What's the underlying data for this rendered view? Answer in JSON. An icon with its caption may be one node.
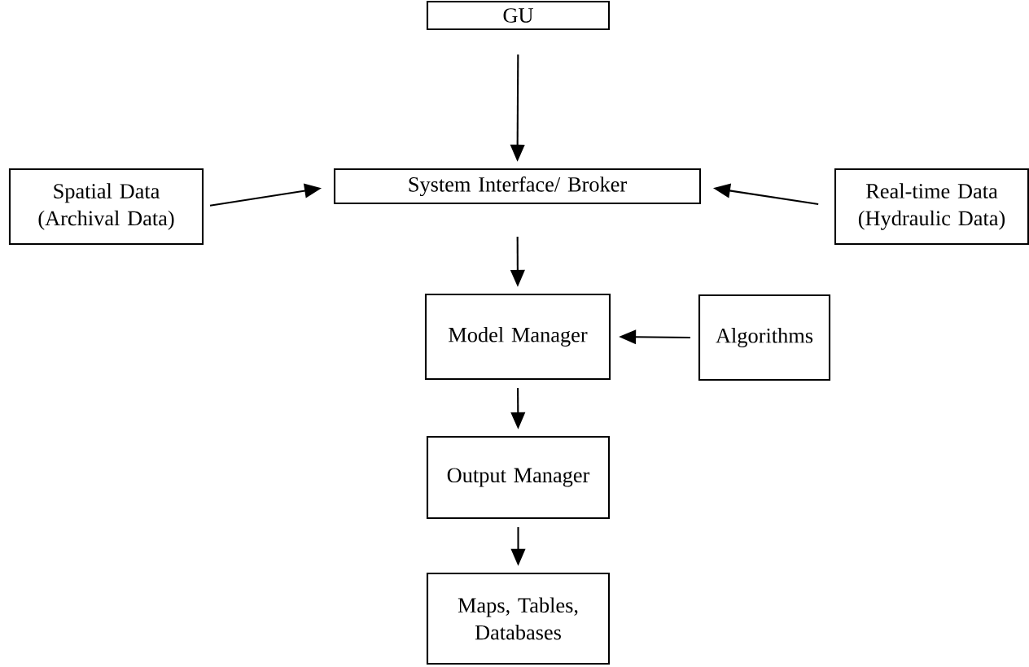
{
  "diagram": {
    "nodes": [
      {
        "text": [
          "GU"
        ]
      },
      {
        "text": [
          "Spatial Data (Archival Data)"
        ]
      },
      {
        "text": [
          "System Interface/ Broker"
        ]
      },
      {
        "text": [
          "Real-time Data (Hydraulic Data)"
        ]
      },
      {
        "text": [
          "Model Manager"
        ]
      },
      {
        "text": [
          "Algorithms"
        ]
      },
      {
        "text": [
          "Output Manager"
        ]
      },
      {
        "text": [
          "Maps, Tables, Databases"
        ]
      }
    ],
    "edges": [
      {
        "from": 0,
        "to": 2,
        "arrow": "to"
      },
      {
        "from": 1,
        "to": 2,
        "arrow": "to"
      },
      {
        "from": 3,
        "to": 2,
        "arrow": "to"
      },
      {
        "from": 2,
        "to": 4,
        "arrow": "to"
      },
      {
        "from": 5,
        "to": 4,
        "arrow": "to"
      },
      {
        "from": 4,
        "to": 6,
        "arrow": "to"
      },
      {
        "from": 6,
        "to": 7,
        "arrow": "to"
      }
    ]
  }
}
